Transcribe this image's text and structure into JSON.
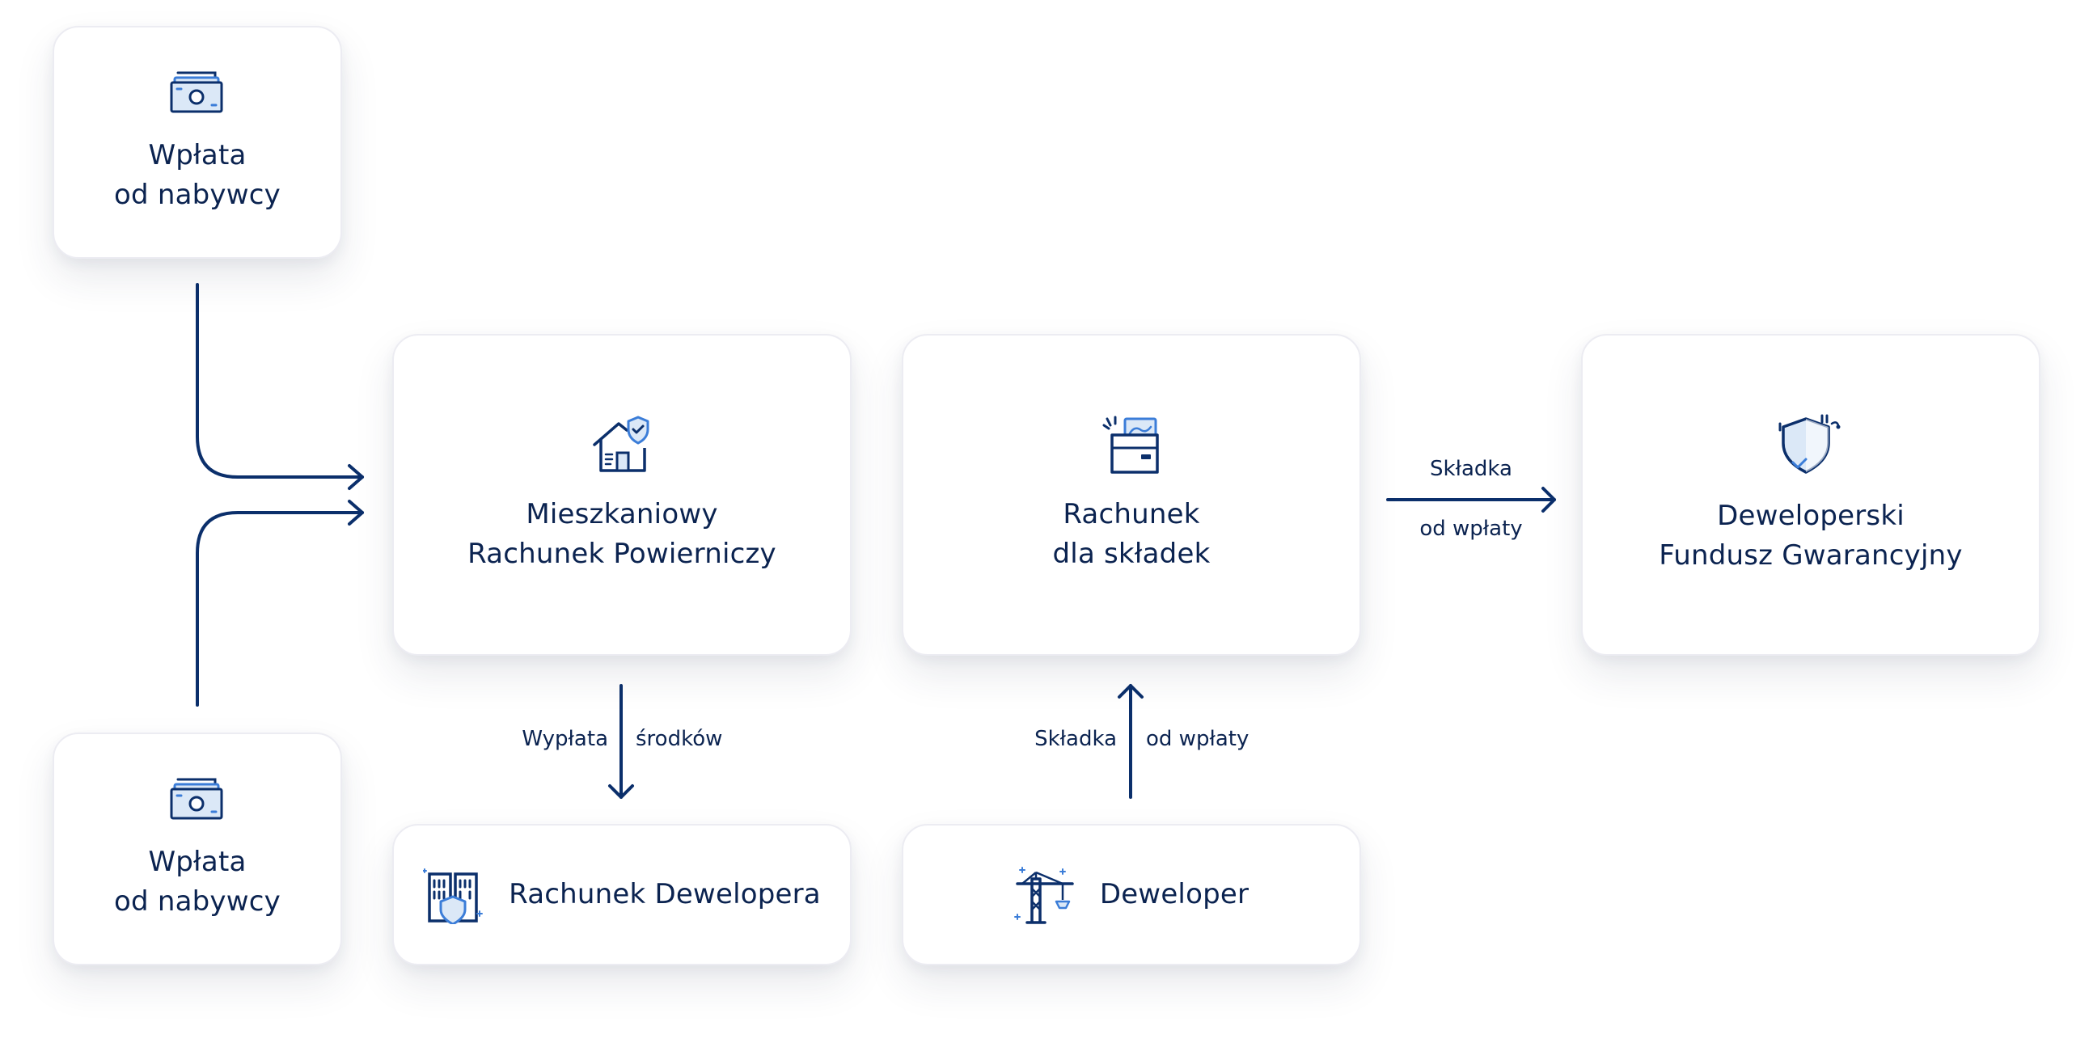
{
  "nodes": {
    "payment_top": {
      "line1": "Wpłata",
      "line2": "od nabywcy",
      "icon": "cash-icon"
    },
    "payment_bottom": {
      "line1": "Wpłata",
      "line2": "od nabywcy",
      "icon": "cash-icon"
    },
    "trust_account": {
      "line1": "Mieszkaniowy",
      "line2": "Rachunek Powierniczy",
      "icon": "house-shield-icon"
    },
    "premium_account": {
      "line1": "Rachunek",
      "line2": "dla składek",
      "icon": "wallet-icon"
    },
    "guarantee_fund": {
      "line1": "Deweloperski",
      "line2": "Fundusz Gwarancyjny",
      "icon": "shield-check-icon"
    },
    "developer_account": {
      "label": "Rachunek Dewelopera",
      "icon": "building-shield-icon"
    },
    "developer": {
      "label": "Deweloper",
      "icon": "crane-icon"
    }
  },
  "edges": {
    "payout": {
      "left": "Wypłata",
      "right": "środków"
    },
    "premium_from_developer": {
      "left": "Składka",
      "right": "od wpłaty"
    },
    "premium_to_fund": {
      "top": "Składka",
      "bottom": "od wpłaty"
    }
  },
  "colors": {
    "line": "#0b2f6b",
    "icon_dark": "#0b2f6b",
    "icon_accent": "#3b7dd8",
    "icon_fill": "#dbe8f7",
    "card_border": "#ececf2"
  }
}
